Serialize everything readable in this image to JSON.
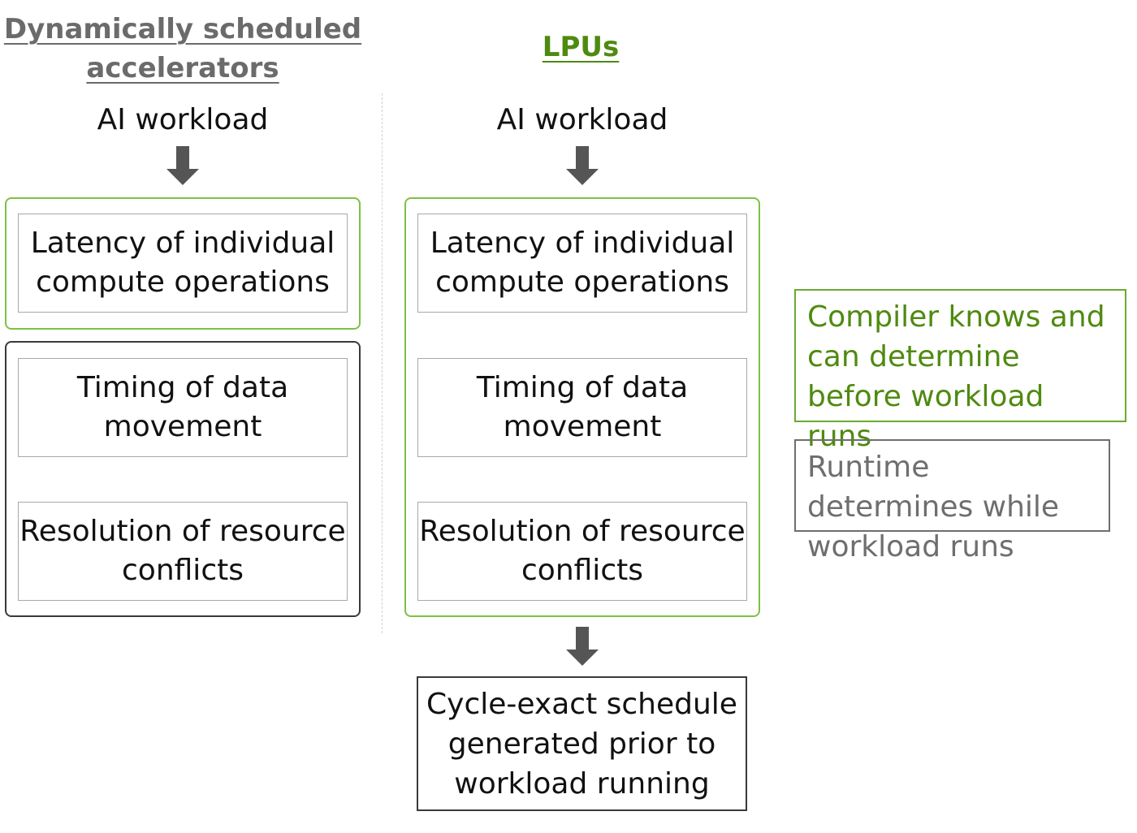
{
  "left": {
    "title": "Dynamically scheduled accelerators",
    "workload": "AI workload",
    "boxes": [
      "Latency of individual compute operations",
      "Timing of data movement",
      "Resolution of resource conflicts"
    ]
  },
  "right": {
    "title": "LPUs",
    "workload": "AI workload",
    "boxes": [
      "Latency of individual compute operations",
      "Timing of data movement",
      "Resolution of resource conflicts"
    ],
    "result": "Cycle-exact schedule generated prior to workload running"
  },
  "legend": {
    "compiler": "Compiler knows and can determine before workload runs",
    "runtime": "Runtime determines while workload runs"
  },
  "colors": {
    "green_text": "#4f8a10",
    "green_border": "#7cc242",
    "gray_text": "#6b6b6b",
    "dark_border": "#3a3a3a",
    "arrow": "#555555"
  }
}
